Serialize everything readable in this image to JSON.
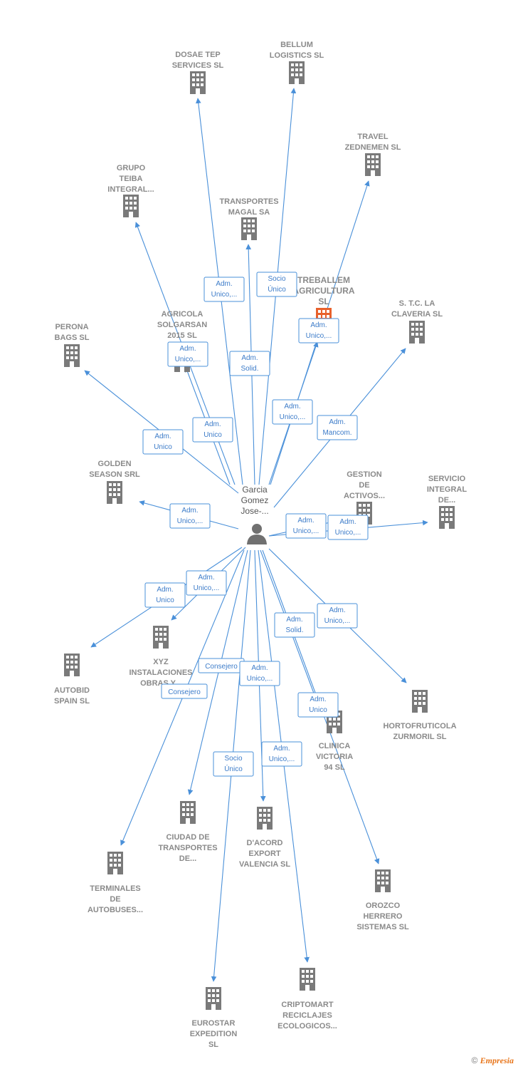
{
  "center": {
    "name_lines": [
      "Garcia",
      "Gomez",
      "Jose-..."
    ],
    "icon": "person-icon"
  },
  "colors": {
    "edge": "#4a90d9",
    "building": "#7a7a7a",
    "highlight": "#e8612c",
    "label": "#8a8a8a"
  },
  "nodes": [
    {
      "id": "dosae",
      "lines": [
        "DOSAE TEP",
        "SERVICES  SL"
      ],
      "icon": "building-icon"
    },
    {
      "id": "bellum",
      "lines": [
        "BELLUM",
        "LOGISTICS SL"
      ],
      "icon": "building-icon"
    },
    {
      "id": "travel",
      "lines": [
        "TRAVEL",
        "ZEDNEMEN  SL"
      ],
      "icon": "building-icon"
    },
    {
      "id": "grupo",
      "lines": [
        "GRUPO",
        "TEIBA",
        "INTEGRAL..."
      ],
      "icon": "building-icon"
    },
    {
      "id": "transportes",
      "lines": [
        "TRANSPORTES",
        "MAGAL SA"
      ],
      "icon": "building-icon"
    },
    {
      "id": "treballem",
      "lines": [
        "TREBALLEM",
        "AGRICULTURA",
        "SL"
      ],
      "icon": "building-icon",
      "highlight": true
    },
    {
      "id": "stc",
      "lines": [
        "S. T.C. LA",
        "CLAVERIA  SL"
      ],
      "icon": "building-icon"
    },
    {
      "id": "perona",
      "lines": [
        "PERONA",
        "BAGS  SL"
      ],
      "icon": "building-icon"
    },
    {
      "id": "agricola",
      "lines": [
        "AGRICOLA",
        "SOLGARSAN",
        "2015  SL"
      ],
      "icon": "building-icon"
    },
    {
      "id": "golden",
      "lines": [
        "GOLDEN",
        "SEASON SRL"
      ],
      "icon": "building-icon"
    },
    {
      "id": "gestion",
      "lines": [
        "GESTION",
        "DE",
        "ACTIVOS..."
      ],
      "icon": "building-icon"
    },
    {
      "id": "servicio",
      "lines": [
        "SERVICIO",
        "INTEGRAL",
        "DE..."
      ],
      "icon": "building-icon"
    },
    {
      "id": "autobid",
      "lines": [
        "AUTOBID",
        "SPAIN  SL"
      ],
      "icon": "building-icon"
    },
    {
      "id": "xyz",
      "lines": [
        "XYZ",
        "INSTALACIONES",
        "OBRAS Y..."
      ],
      "icon": "building-icon"
    },
    {
      "id": "hortofruticola",
      "lines": [
        "HORTOFRUTICOLA",
        "ZURMORIL  SL"
      ],
      "icon": "building-icon"
    },
    {
      "id": "clinica",
      "lines": [
        "CLINICA",
        "VICTORIA",
        "94 SL"
      ],
      "icon": "building-icon"
    },
    {
      "id": "ciudad",
      "lines": [
        "CIUDAD DE",
        "TRANSPORTES",
        "DE..."
      ],
      "icon": "building-icon"
    },
    {
      "id": "dacord",
      "lines": [
        "D'ACORD",
        "EXPORT",
        "VALENCIA  SL"
      ],
      "icon": "building-icon"
    },
    {
      "id": "terminales",
      "lines": [
        "TERMINALES",
        "DE",
        "AUTOBUSES..."
      ],
      "icon": "building-icon"
    },
    {
      "id": "orozco",
      "lines": [
        "OROZCO",
        "HERRERO",
        "SISTEMAS  SL"
      ],
      "icon": "building-icon"
    },
    {
      "id": "eurostar",
      "lines": [
        "EUROSTAR",
        "EXPEDITION",
        "SL"
      ],
      "icon": "building-icon"
    },
    {
      "id": "criptomart",
      "lines": [
        "CRIPTOMART",
        "RECICLAJES",
        "ECOLOGICOS..."
      ],
      "icon": "building-icon"
    }
  ],
  "edges": [
    {
      "to": "dosae",
      "label": [
        "Adm.",
        "Unico,..."
      ]
    },
    {
      "to": "bellum",
      "label": [
        "Socio",
        "Único"
      ]
    },
    {
      "to": "travel",
      "label": [
        "Adm.",
        "Unico,..."
      ]
    },
    {
      "to": "grupo",
      "label": [
        "Adm.",
        "Unico,..."
      ]
    },
    {
      "to": "transportes",
      "label": [
        "Adm.",
        "Solid."
      ]
    },
    {
      "to": "treballem",
      "label": [
        "Adm.",
        "Unico,..."
      ]
    },
    {
      "to": "stc",
      "label": [
        "Adm.",
        "Mancom."
      ]
    },
    {
      "to": "perona",
      "label": [
        "Adm.",
        "Unico"
      ]
    },
    {
      "to": "agricola",
      "label": [
        "Adm.",
        "Unico"
      ]
    },
    {
      "to": "golden",
      "label": [
        "Adm.",
        "Unico,..."
      ]
    },
    {
      "to": "gestion",
      "label": [
        "Adm.",
        "Unico,..."
      ]
    },
    {
      "to": "servicio",
      "label": [
        "Adm.",
        "Unico,..."
      ]
    },
    {
      "to": "autobid",
      "label": [
        "Adm.",
        "Unico"
      ]
    },
    {
      "to": "xyz",
      "label": [
        "Adm.",
        "Unico,..."
      ]
    },
    {
      "to": "hortofruticola",
      "label": [
        "Adm.",
        "Unico,..."
      ]
    },
    {
      "to": "clinica",
      "label": [
        "Adm.",
        "Solid."
      ]
    },
    {
      "to": "ciudad",
      "label": [
        "Consejero"
      ]
    },
    {
      "to": "dacord",
      "label": [
        "Adm.",
        "Unico,..."
      ]
    },
    {
      "to": "terminales",
      "label": [
        "Consejero"
      ]
    },
    {
      "to": "orozco",
      "label": [
        "Adm.",
        "Unico"
      ]
    },
    {
      "to": "eurostar",
      "label": [
        "Socio",
        "Único"
      ]
    },
    {
      "to": "criptomart",
      "label": [
        "Adm.",
        "Unico,..."
      ]
    }
  ],
  "footer": {
    "copyright": "©",
    "brand": "Empresia"
  }
}
